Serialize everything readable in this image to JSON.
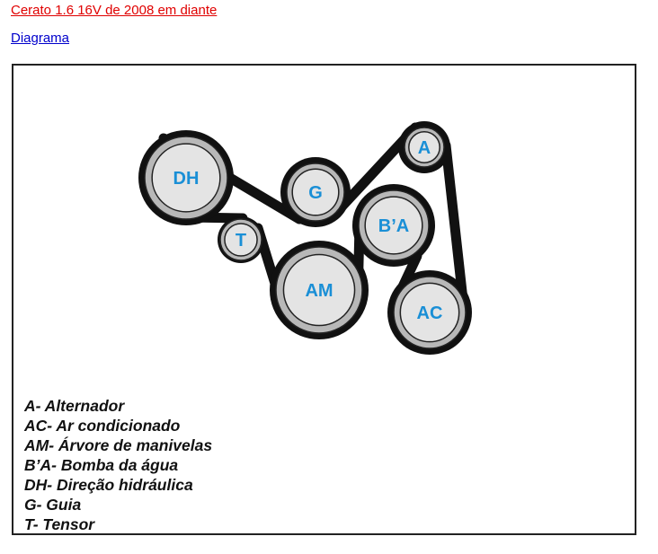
{
  "header": {
    "title_link": "Cerato 1.6 16V de 2008 em diante",
    "diagram_link": "Diagrama"
  },
  "pulleys": [
    {
      "id": "DH",
      "label": "DH"
    },
    {
      "id": "G",
      "label": "G"
    },
    {
      "id": "A",
      "label": "A"
    },
    {
      "id": "BA",
      "label": "B’A"
    },
    {
      "id": "T",
      "label": "T"
    },
    {
      "id": "AM",
      "label": "AM"
    },
    {
      "id": "AC",
      "label": "AC"
    }
  ],
  "legend": [
    "A- Alternador",
    "AC- Ar condicionado",
    "AM- Árvore de manivelas",
    "B’A- Bomba da água",
    "DH- Direção hidráulica",
    "G- Guia",
    "T- Tensor"
  ],
  "colors": {
    "label": "#1a8fd6",
    "belt": "#111111",
    "pulley": "#e4e4e4",
    "rim": "#b8b8b8"
  }
}
